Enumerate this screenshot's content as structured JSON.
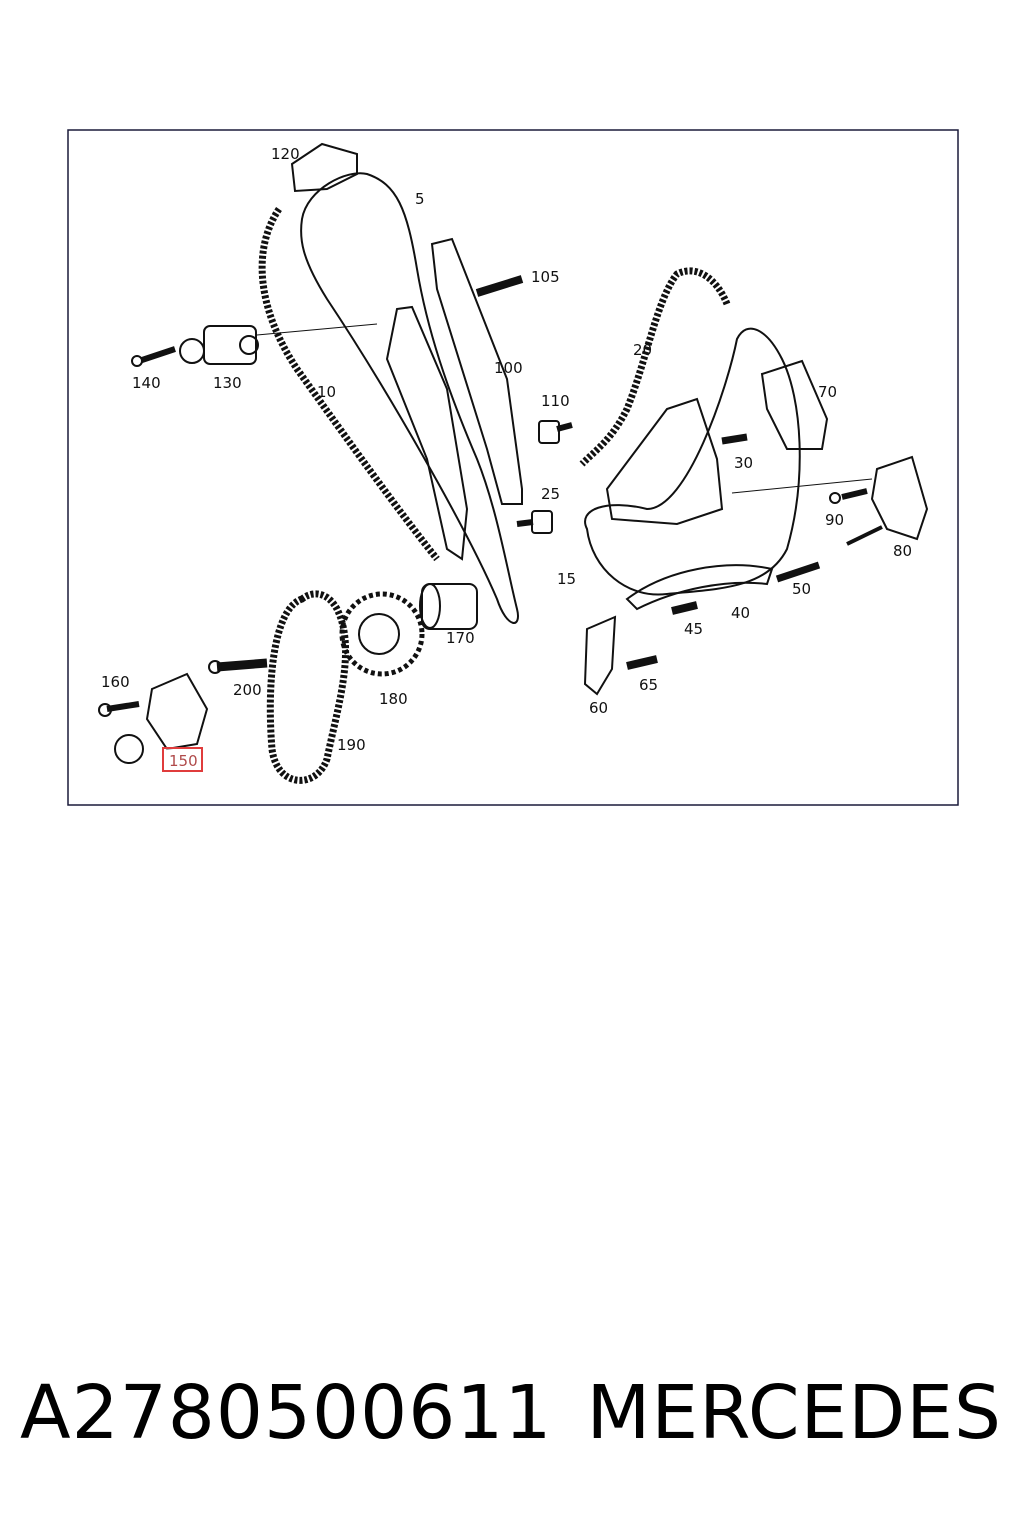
{
  "diagram": {
    "callouts": [
      {
        "id": "120",
        "label": "120"
      },
      {
        "id": "5",
        "label": "5"
      },
      {
        "id": "105",
        "label": "105"
      },
      {
        "id": "140",
        "label": "140"
      },
      {
        "id": "130",
        "label": "130"
      },
      {
        "id": "10",
        "label": "10"
      },
      {
        "id": "100",
        "label": "100"
      },
      {
        "id": "110",
        "label": "110"
      },
      {
        "id": "20",
        "label": "20"
      },
      {
        "id": "70",
        "label": "70"
      },
      {
        "id": "30",
        "label": "30"
      },
      {
        "id": "25",
        "label": "25"
      },
      {
        "id": "90",
        "label": "90"
      },
      {
        "id": "80",
        "label": "80"
      },
      {
        "id": "15",
        "label": "15"
      },
      {
        "id": "50",
        "label": "50"
      },
      {
        "id": "170",
        "label": "170"
      },
      {
        "id": "45",
        "label": "45"
      },
      {
        "id": "40",
        "label": "40"
      },
      {
        "id": "160",
        "label": "160"
      },
      {
        "id": "200",
        "label": "200"
      },
      {
        "id": "180",
        "label": "180"
      },
      {
        "id": "65",
        "label": "65"
      },
      {
        "id": "60",
        "label": "60"
      },
      {
        "id": "190",
        "label": "190"
      },
      {
        "id": "150",
        "label": "150",
        "highlighted": true
      }
    ],
    "highlight_color": "#e03c3c"
  },
  "footer": {
    "part_number": "A2780500611",
    "brand": "MERCEDES"
  }
}
